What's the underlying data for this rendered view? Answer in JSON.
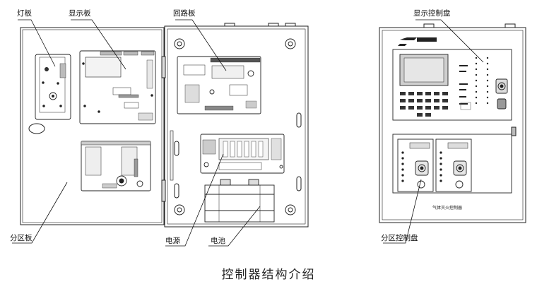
{
  "labels": {
    "lamp_board": "灯板",
    "display_board": "显示板",
    "loop_board": "回路板",
    "zone_board": "分区板",
    "power_supply": "电源",
    "battery": "电池",
    "display_panel": "显示控制盘",
    "zone_panel": "分区控制盘",
    "gas_extinguish_panel": "气体灭火控制器"
  },
  "caption": "控制器结构介绍"
}
